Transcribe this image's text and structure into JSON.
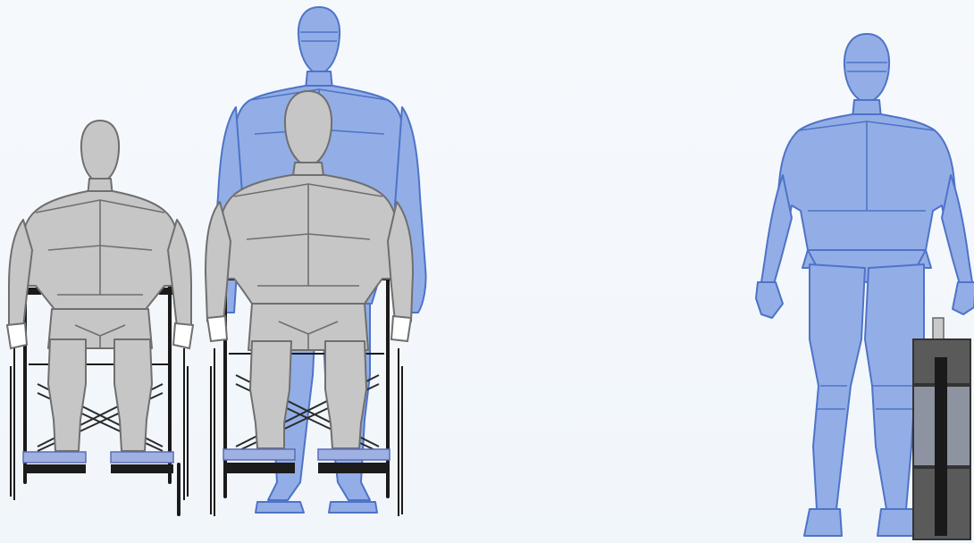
{
  "figure": {
    "figures": [
      {
        "kind": "wheelchair-user",
        "view": "back"
      },
      {
        "kind": "standing-person",
        "view": "back"
      },
      {
        "kind": "wheelchair-user",
        "view": "back"
      },
      {
        "kind": "standing-person",
        "view": "front"
      },
      {
        "kind": "wheeled-luggage"
      }
    ],
    "colors": {
      "standing_fill": "#93aee6",
      "standing_outline": "#4e73c8",
      "seated_fill": "#c6c6c6",
      "seated_outline": "#6f6f6f",
      "chair_frame": "#1a1a1a",
      "footrest": "#9fb0e2",
      "luggage_dark": "#5a5a5a",
      "luggage_light": "#8d93a0"
    }
  }
}
